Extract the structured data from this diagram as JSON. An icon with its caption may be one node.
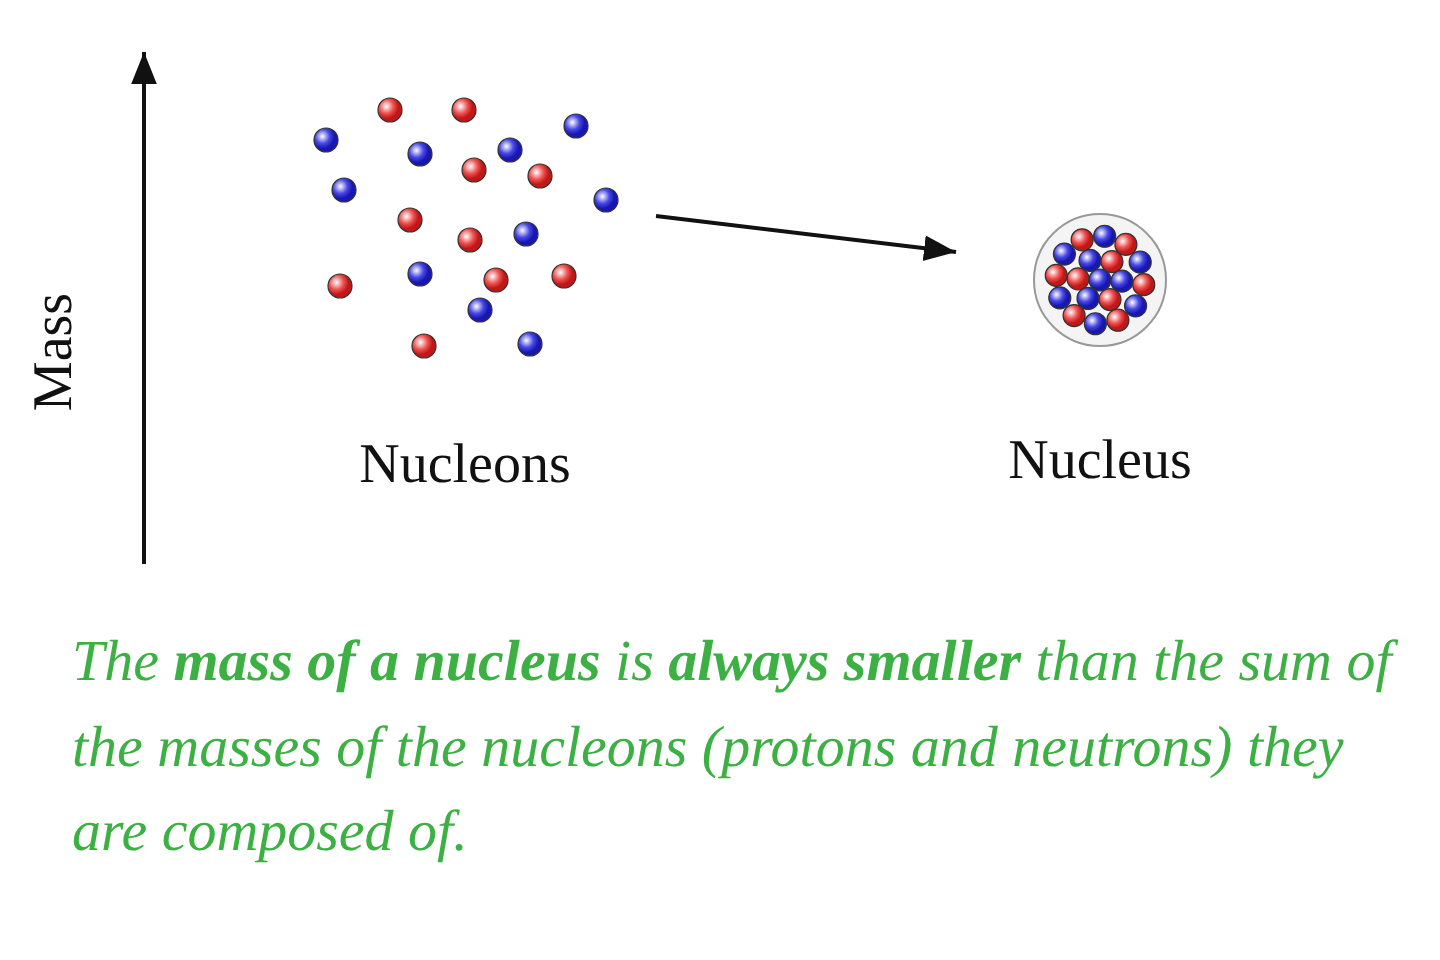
{
  "diagram": {
    "caption": "The **mass of a nucleus** is **always smaller** than the sum of the masses of the nucleons (protons and neutrons) they are composed of.",
    "nodes": [
      {
        "text": [
          "Nucleons"
        ]
      },
      {
        "text": [
          "Nucleus"
        ]
      }
    ],
    "edges": [
      {
        "from": 0,
        "to": 1,
        "arrow": "to"
      }
    ],
    "labels": [
      "Mass"
    ]
  }
}
